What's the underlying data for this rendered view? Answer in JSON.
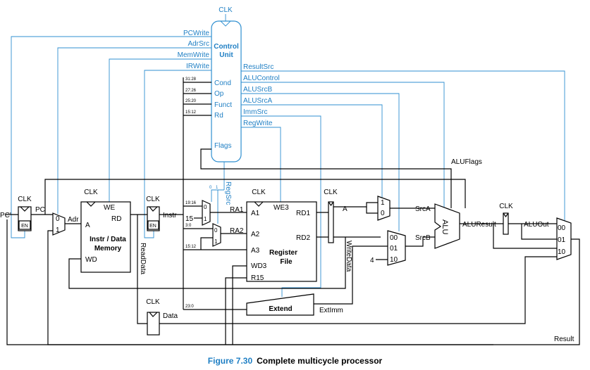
{
  "caption": {
    "figure": "Figure 7.30",
    "title": "Complete multicycle processor"
  },
  "control_unit": {
    "title_line1": "Control",
    "title_line2": "Unit",
    "clk": "CLK",
    "inputs": [
      "Cond",
      "Op",
      "Funct",
      "Rd",
      "Flags"
    ],
    "bit_fields": [
      "31:28",
      "27:26",
      "25:20",
      "15:12"
    ],
    "left_outputs": [
      "PCWrite",
      "AdrSrc",
      "MemWrite",
      "IRWrite"
    ],
    "right_outputs": [
      "ResultSrc",
      "ALUControl",
      "ALUSrcB",
      "ALUSrcA",
      "ImmSrc",
      "RegWrite"
    ]
  },
  "pc_register": {
    "clk": "CLK",
    "en": "EN",
    "in": "PC'",
    "out": "PC"
  },
  "adr_mux": {
    "in0": "0",
    "in1": "1",
    "out": "Adr"
  },
  "memory": {
    "title1": "Instr / Data",
    "title2": "Memory",
    "clk": "CLK",
    "we": "WE",
    "a": "A",
    "rd": "RD",
    "wd": "WD"
  },
  "instr_register": {
    "clk": "CLK",
    "en": "EN",
    "out": "Instr"
  },
  "readdata": "ReadData",
  "data_register": {
    "clk": "CLK",
    "out": "Data"
  },
  "instr_fields": {
    "f1": "19:16",
    "f2": "3:0",
    "f3": "15:12",
    "f4": "23:0",
    "const15": "15"
  },
  "regsrc": {
    "label": "RegSrc",
    "bit0": "0",
    "bit1": "1",
    "mux": [
      "0",
      "1",
      "0",
      "1"
    ]
  },
  "ra_labels": [
    "RA1",
    "RA2"
  ],
  "register_file": {
    "title1": "Register",
    "title2": "File",
    "clk": "CLK",
    "a1": "A1",
    "a2": "A2",
    "a3": "A3",
    "we3": "WE3",
    "rd1": "RD1",
    "rd2": "RD2",
    "wd3": "WD3",
    "r15": "R15"
  },
  "ab_register": {
    "clk": "CLK",
    "a": "A"
  },
  "writedata": "WriteData",
  "extend": {
    "label": "Extend",
    "out": "ExtImm"
  },
  "srca_mux": {
    "in1": "1",
    "in0": "0",
    "out": "SrcA"
  },
  "srcb_mux": {
    "in0": "00",
    "in1": "01",
    "in2": "10",
    "const4": "4",
    "out": "SrcB"
  },
  "alu": {
    "label": "ALU",
    "flags": "ALUFlags",
    "result": "ALUResult"
  },
  "aluout_register": {
    "clk": "CLK",
    "out": "ALUOut"
  },
  "result_mux": {
    "in0": "00",
    "in1": "01",
    "in2": "10",
    "out": "Result"
  }
}
